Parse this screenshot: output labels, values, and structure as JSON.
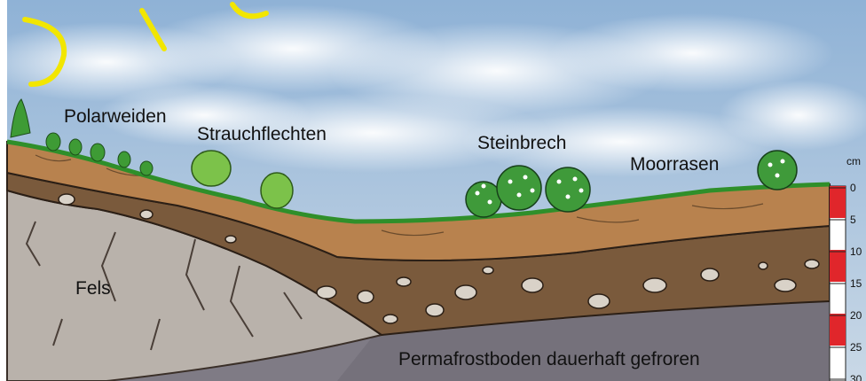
{
  "labels": {
    "polarweiden": "Polarweiden",
    "strauchflechten": "Strauchflechten",
    "steinbrech": "Steinbrech",
    "moorrasen": "Moorrasen",
    "fels": "Fels",
    "permafrost": "Permafrostboden dauerhaft gefroren"
  },
  "scale": {
    "unit": "cm",
    "ticks": [
      "0",
      "5",
      "10",
      "15",
      "20",
      "25",
      "30"
    ]
  },
  "colors": {
    "sky": "#a9c4de",
    "grass": "#2f8f2a",
    "topsoil": "#b8824e",
    "subsoil": "#7a5a3c",
    "rock": "#b9b2ab",
    "permafrost": "#7f7b85",
    "scale_red": "#e0262b",
    "watermark": "#f2e600"
  }
}
